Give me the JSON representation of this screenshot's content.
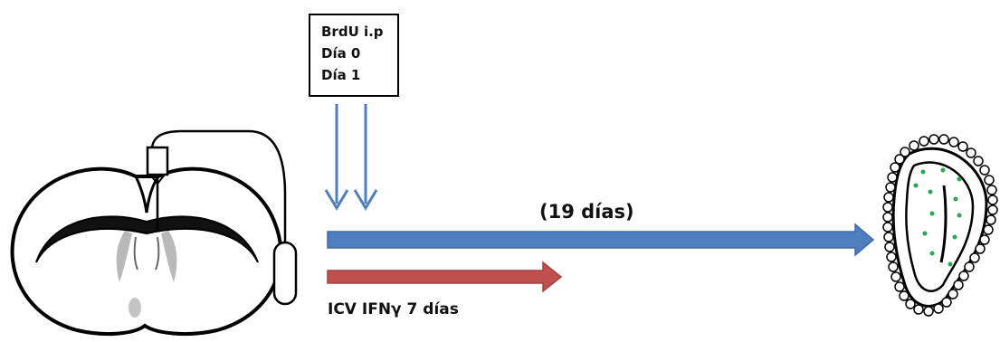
{
  "brdu_box": {
    "lines": [
      "BrdU i.p",
      "Día 0",
      "Día 1"
    ]
  },
  "timeline": {
    "duration_label": "(19 días)",
    "treatment_label": "ICV IFNγ 7 días"
  },
  "colors": {
    "blue_arrow": "#4f7fc0",
    "red_arrow": "#bf504d",
    "dots": "#2aa74f",
    "outline": "#000000",
    "ventricle_gray": "#b9b9b9"
  }
}
